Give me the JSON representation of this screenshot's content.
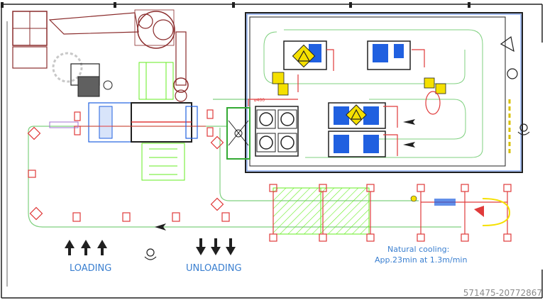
{
  "labels": {
    "loading": "LOADING",
    "unloading": "UNLOADING",
    "cooling_line1": "Natural cooling:",
    "cooling_line2": "App.23min at 1.3m/min",
    "watermark": "571475-20772867",
    "small_tag": "ø400"
  },
  "colors": {
    "line_green": "#7fd07f",
    "frame_red": "#e03a3a",
    "equip_blue": "#2060e0",
    "label_blue": "#3a7fd0",
    "lime": "#66ee22",
    "yellow": "#f5e000",
    "dark": "#202020",
    "brown": "#8a2b2b",
    "grey": "#8a8a8a"
  },
  "icons": [
    "arrow-up-icon",
    "arrow-down-icon",
    "operator-icon",
    "warning-triangle-icon",
    "direction-chevron-icon"
  ]
}
